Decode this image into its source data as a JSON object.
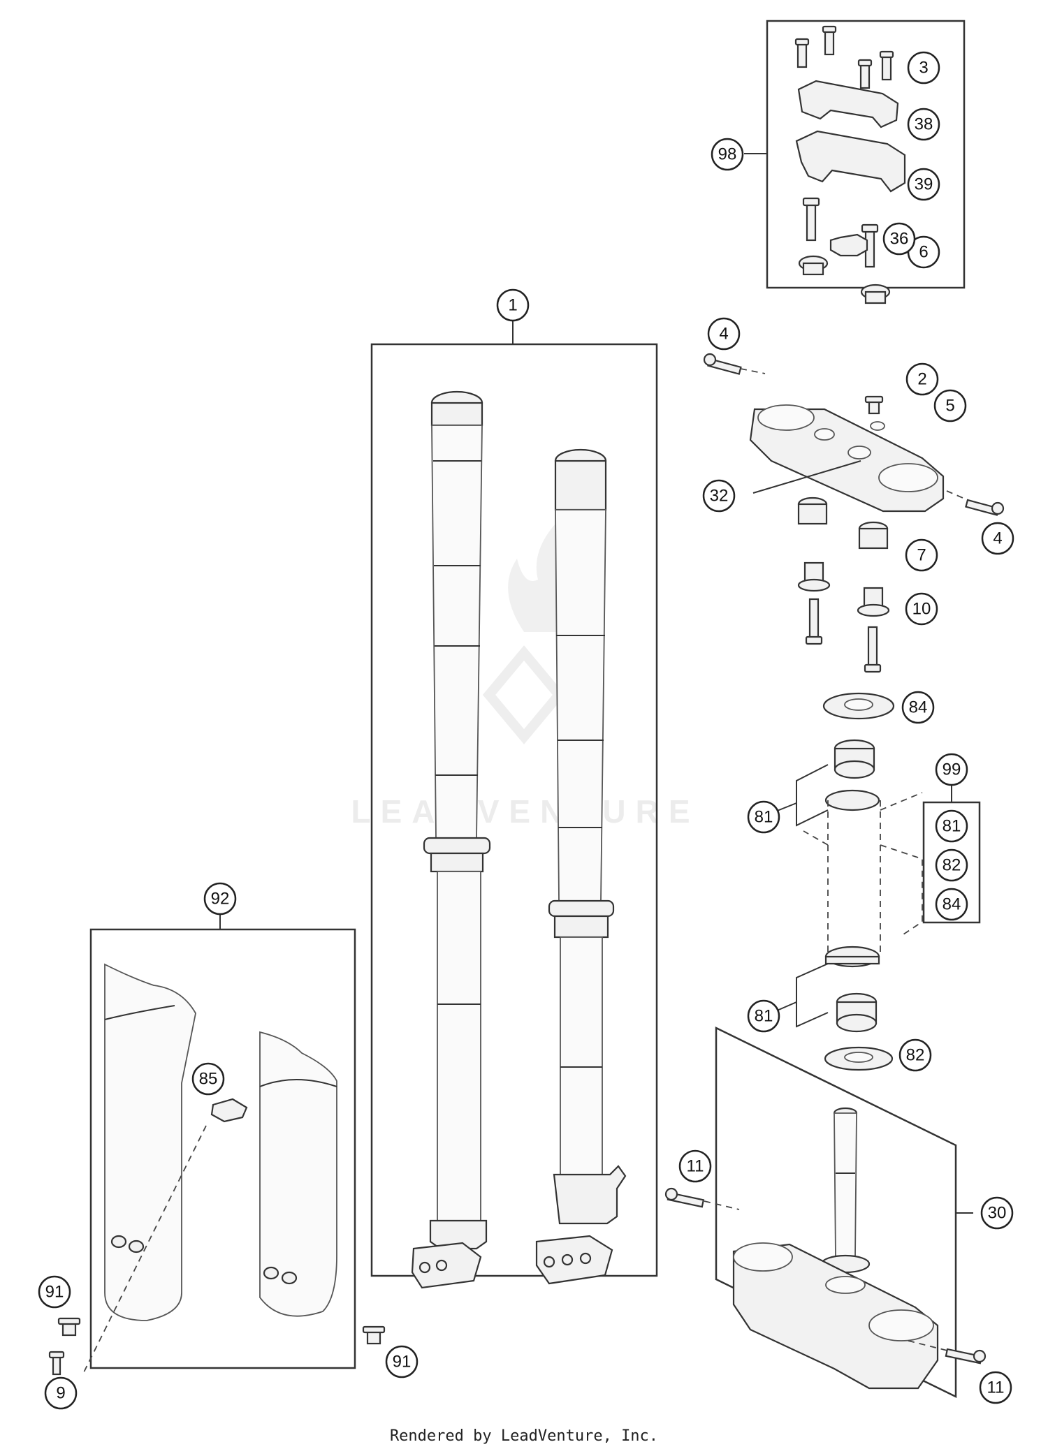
{
  "watermark": {
    "text": "LEADVENTURE"
  },
  "footer": {
    "text": "Rendered by LeadVenture, Inc."
  },
  "callouts": [
    {
      "id": "c3",
      "label": "3"
    },
    {
      "id": "c38",
      "label": "38"
    },
    {
      "id": "c98",
      "label": "98"
    },
    {
      "id": "c39",
      "label": "39"
    },
    {
      "id": "c6",
      "label": "6"
    },
    {
      "id": "c1",
      "label": "1"
    },
    {
      "id": "c36",
      "label": "36"
    },
    {
      "id": "c4a",
      "label": "4"
    },
    {
      "id": "c2",
      "label": "2"
    },
    {
      "id": "c5",
      "label": "5"
    },
    {
      "id": "c32",
      "label": "32"
    },
    {
      "id": "c4b",
      "label": "4"
    },
    {
      "id": "c7",
      "label": "7"
    },
    {
      "id": "c10",
      "label": "10"
    },
    {
      "id": "c84a",
      "label": "84"
    },
    {
      "id": "c99",
      "label": "99"
    },
    {
      "id": "c81a",
      "label": "81"
    },
    {
      "id": "c81k",
      "label": "81"
    },
    {
      "id": "c82k",
      "label": "82"
    },
    {
      "id": "c84k",
      "label": "84"
    },
    {
      "id": "c92",
      "label": "92"
    },
    {
      "id": "c81b",
      "label": "81"
    },
    {
      "id": "c82b",
      "label": "82"
    },
    {
      "id": "c85",
      "label": "85"
    },
    {
      "id": "c11a",
      "label": "11"
    },
    {
      "id": "c30",
      "label": "30"
    },
    {
      "id": "c91a",
      "label": "91"
    },
    {
      "id": "c91b",
      "label": "91"
    },
    {
      "id": "c9",
      "label": "9"
    },
    {
      "id": "c11b",
      "label": "11"
    }
  ]
}
